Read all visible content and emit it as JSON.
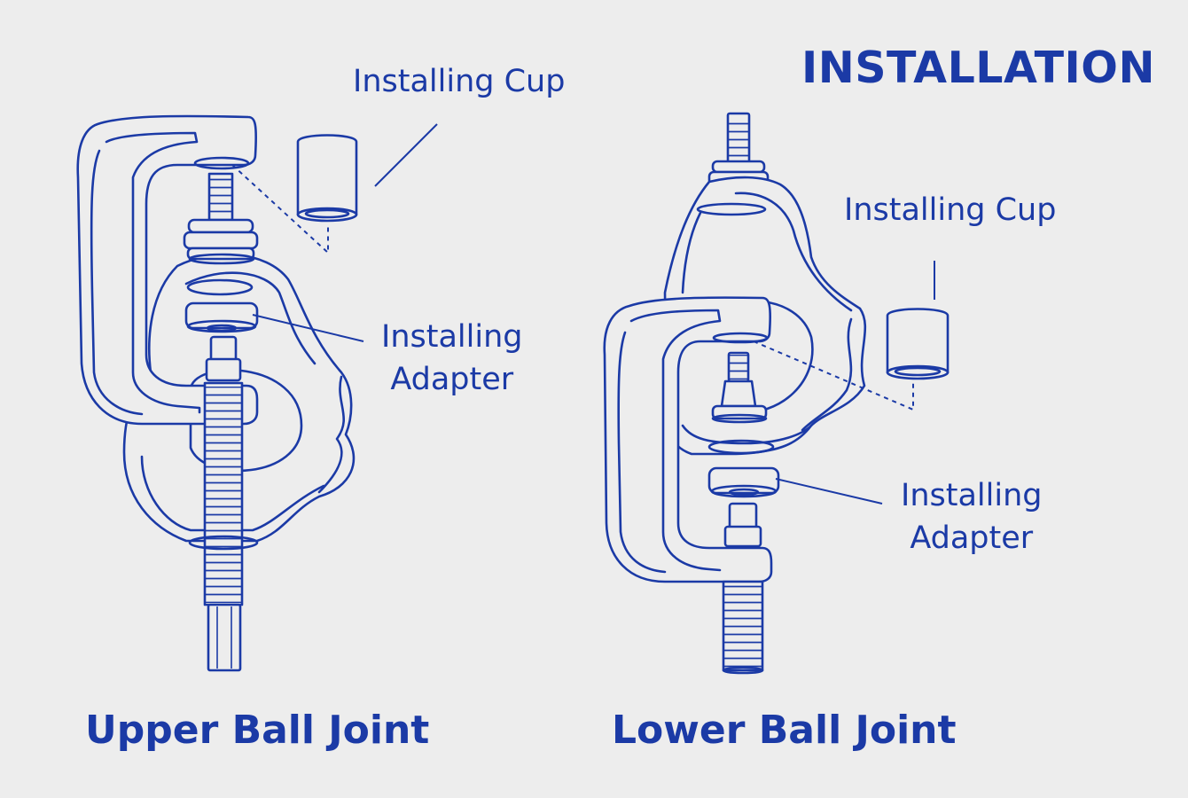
{
  "title": "INSTALLATION",
  "colors": {
    "ink": "#1b3aa6",
    "background": "#ededed"
  },
  "upper": {
    "heading": "Upper Ball Joint",
    "cup_label": "Installing Cup",
    "adapter_label_line1": "Installing",
    "adapter_label_line2": "Adapter"
  },
  "lower": {
    "heading": "Lower Ball Joint",
    "cup_label": "Installing Cup",
    "adapter_label_line1": "Installing",
    "adapter_label_line2": "Adapter"
  }
}
